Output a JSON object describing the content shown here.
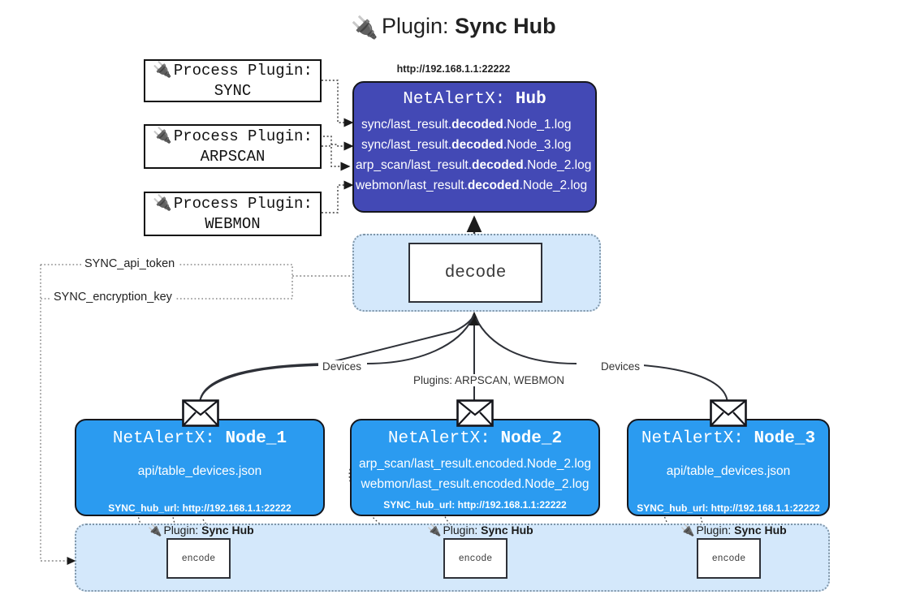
{
  "title": {
    "icon": "plug-icon",
    "prefix": "Plugin:",
    "name": "Sync Hub"
  },
  "process_plugins": [
    {
      "icon": "plug-icon",
      "line1": "Process Plugin:",
      "line2": "SYNC"
    },
    {
      "icon": "plug-icon",
      "line1": "Process Plugin:",
      "line2": "ARPSCAN"
    },
    {
      "icon": "plug-icon",
      "line1": "Process Plugin:",
      "line2": "WEBMON"
    }
  ],
  "hub": {
    "address": "http://192.168.1.1:22222",
    "title_prefix": "NetAlertX:",
    "title_name": "Hub",
    "color": "#4349b5",
    "logs": [
      {
        "pre": "sync/last_result.",
        "bold": "decoded",
        "post": ".Node_1.log"
      },
      {
        "pre": "sync/last_result.",
        "bold": "decoded",
        "post": ".Node_3.log"
      },
      {
        "pre": "arp_scan/last_result.",
        "bold": "decoded",
        "post": ".Node_2.log"
      },
      {
        "pre": "webmon/last_result.",
        "bold": "decoded",
        "post": ".Node_2.log"
      }
    ]
  },
  "decode": {
    "label": "decode"
  },
  "config_labels": [
    {
      "text": "SYNC_api_token"
    },
    {
      "text": "SYNC_encryption_key"
    }
  ],
  "edge_labels": {
    "left_devices": "Devices",
    "right_devices": "Devices",
    "center_plugins": "Plugins: ARPSCAN, WEBMON"
  },
  "nodes": [
    {
      "title_prefix": "NetAlertX:",
      "title_name": "Node_1",
      "lines": [
        {
          "text": "api/table_devices.json"
        }
      ],
      "hub_url_label": "SYNC_hub_url:",
      "hub_url": "http://192.168.1.1:22222",
      "color": "#2b9bf0",
      "icon": "envelope-icon"
    },
    {
      "title_prefix": "NetAlertX:",
      "title_name": "Node_2",
      "lines": [
        {
          "text": "arp_scan/last_result.encoded.Node_2.log"
        },
        {
          "text": "webmon/last_result.encoded.Node_2.log"
        }
      ],
      "hub_url_label": "SYNC_hub_url:",
      "hub_url": "http://192.168.1.1:22222",
      "color": "#2b9bf0",
      "icon": "envelope-icon"
    },
    {
      "title_prefix": "NetAlertX:",
      "title_name": "Node_3",
      "lines": [
        {
          "text": "api/table_devices.json"
        }
      ],
      "hub_url_label": "SYNC_hub_url:",
      "hub_url": "http://192.168.1.1:22222",
      "color": "#2b9bf0",
      "icon": "envelope-icon"
    }
  ],
  "sync_band": {
    "plugin_prefix": "Plugin:",
    "plugin_name": "Sync Hub",
    "encode_label": "encode",
    "color": "#d4e8fb"
  }
}
